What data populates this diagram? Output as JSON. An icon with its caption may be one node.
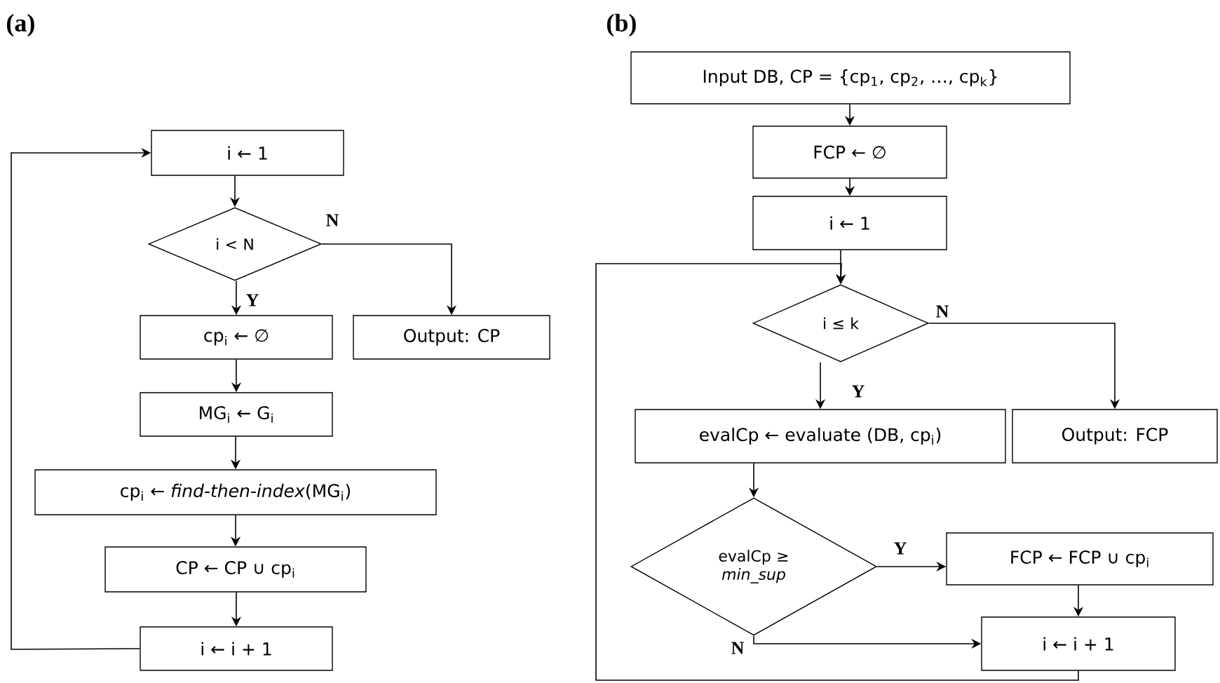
{
  "diagram": {
    "nodes": [
      {
        "text": [
          "i ← 1"
        ]
      },
      {
        "text": [
          "i < N"
        ]
      },
      {
        "text": [
          "cp$_{i}$ ← ∅"
        ]
      },
      {
        "text": [
          "Output: CP"
        ]
      },
      {
        "text": [
          "MG$_{i}$ ← G$_{i}$"
        ]
      },
      {
        "text": [
          "cp$_{i}$ ← *find-then-index*(MG$_{i}$)"
        ]
      },
      {
        "text": [
          "CP ← CP ∪ cp$_{i}$"
        ]
      },
      {
        "text": [
          "i ← i + 1"
        ]
      },
      {
        "text": [
          "Input DB, CP = {cp$_{1}$, cp$_{2}$, …, cp$_{k}$}"
        ]
      },
      {
        "text": [
          "FCP ← ∅"
        ]
      },
      {
        "text": [
          "i ← 1"
        ]
      },
      {
        "text": [
          "i ≤ k"
        ]
      },
      {
        "text": [
          "evalCp ← evaluate (DB, cp$_{i}$)"
        ]
      },
      {
        "text": [
          "Output: FCP"
        ]
      },
      {
        "text": [
          "evalCp ≥ *min_sup*"
        ]
      },
      {
        "text": [
          "FCP ← FCP ∪ cp$_{i}$"
        ]
      },
      {
        "text": [
          "i ← i + 1"
        ]
      }
    ],
    "edges": [
      {
        "from": 0,
        "to": 1,
        "arrow": "to"
      },
      {
        "from": 1,
        "to": 2,
        "arrow": "to",
        "label": "Y"
      },
      {
        "from": 1,
        "to": 3,
        "arrow": "to",
        "label": "N"
      },
      {
        "from": 2,
        "to": 4,
        "arrow": "to"
      },
      {
        "from": 4,
        "to": 5,
        "arrow": "to"
      },
      {
        "from": 5,
        "to": 6,
        "arrow": "to"
      },
      {
        "from": 6,
        "to": 7,
        "arrow": "to"
      },
      {
        "from": 7,
        "to": 0,
        "arrow": "to"
      },
      {
        "from": 8,
        "to": 9,
        "arrow": "to"
      },
      {
        "from": 9,
        "to": 10,
        "arrow": "to"
      },
      {
        "from": 10,
        "to": 11,
        "arrow": "to"
      },
      {
        "from": 11,
        "to": 12,
        "arrow": "to",
        "label": "Y"
      },
      {
        "from": 11,
        "to": 13,
        "arrow": "to",
        "label": "N"
      },
      {
        "from": 12,
        "to": 14,
        "arrow": "to"
      },
      {
        "from": 14,
        "to": 15,
        "arrow": "to",
        "label": "Y"
      },
      {
        "from": 14,
        "to": 16,
        "arrow": "to",
        "label": "N"
      },
      {
        "from": 15,
        "to": 16,
        "arrow": "to"
      },
      {
        "from": 16,
        "to": 11,
        "arrow": "to"
      }
    ],
    "labels": [
      "(a)",
      "(b)"
    ]
  }
}
